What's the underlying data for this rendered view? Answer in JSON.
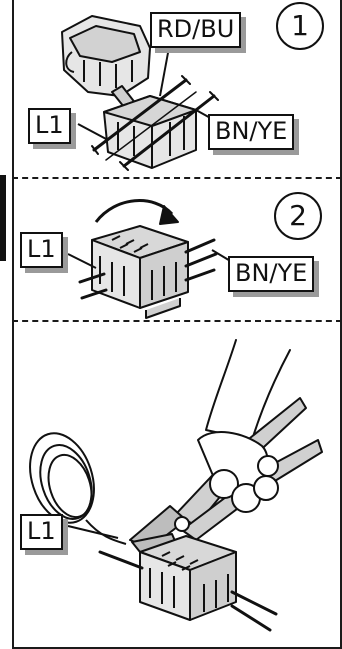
{
  "panels": [
    {
      "step": "1",
      "labels": {
        "top": "RD/BU",
        "left": "L1",
        "right": "BN/YE"
      }
    },
    {
      "step": "2",
      "labels": {
        "left": "L1",
        "right": "BN/YE"
      }
    },
    {
      "step": "",
      "labels": {
        "left": "L1"
      }
    }
  ],
  "colors": {
    "ink": "#111111",
    "shadow": "#9a9a9a",
    "fill": "#e6e6e6",
    "fill_dark": "#bdbdbd"
  },
  "icons": [
    "wire-connector-open",
    "wire-connector-closed",
    "hand-with-wire-cutter",
    "cable-coil"
  ]
}
